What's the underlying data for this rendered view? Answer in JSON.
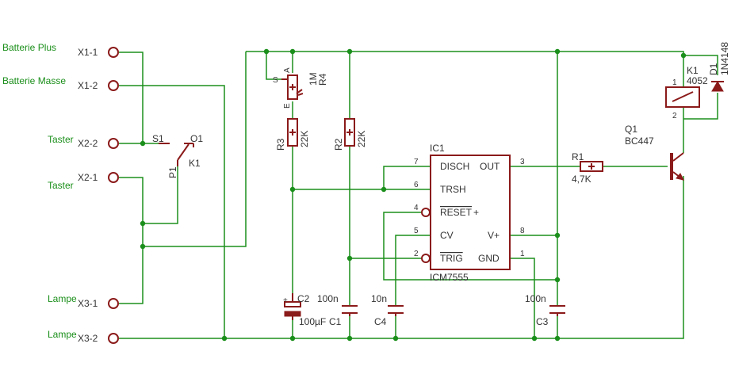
{
  "nets": {
    "batt_plus": "Batterie Plus",
    "batt_minus": "Batterie Masse",
    "taster_a": "Taster",
    "taster_b": "Taster",
    "lampe_a": "Lampe",
    "lampe_b": "Lampe"
  },
  "connectors": {
    "x1_1": "X1-1",
    "x1_2": "X1-2",
    "x2_2": "X2-2",
    "x2_1": "X2-1",
    "x3_1": "X3-1",
    "x3_2": "X3-2"
  },
  "relay": {
    "s1": "S1",
    "o1": "O1",
    "p1": "P1",
    "k1_switch": "K1",
    "k1_coil": "K1",
    "k1_value": "4052",
    "pin1": "1",
    "pin2": "2"
  },
  "diode": {
    "name": "D1",
    "value": "1N4148"
  },
  "transistor": {
    "name": "Q1",
    "value": "BC447"
  },
  "r1": {
    "name": "R1",
    "value": "4,7K"
  },
  "r2": {
    "name": "R2",
    "value": "22K"
  },
  "r3": {
    "name": "R3",
    "value": "22K"
  },
  "r4": {
    "name": "R4",
    "value": "1M",
    "pin_s": "S",
    "pin_a": "A",
    "pin_e": "E"
  },
  "c1": {
    "name": "C1",
    "value": "100n"
  },
  "c2": {
    "name": "C2",
    "value": "100µF",
    "plus": "+"
  },
  "c3": {
    "name": "C3",
    "value": "100n"
  },
  "c4": {
    "name": "C4",
    "value": "10n"
  },
  "ic": {
    "name": "IC1",
    "value": "ICM7555",
    "disch": "DISCH",
    "trsh": "TRSH",
    "reset": "RESET",
    "cv": "CV",
    "trig": "TRIG",
    "out": "OUT",
    "vplus": "V+",
    "gnd": "GND",
    "pin7": "7",
    "pin6": "6",
    "pin4": "4",
    "pin5": "5",
    "pin2": "2",
    "pin3": "3",
    "pin8": "8",
    "pin1": "1",
    "reset_plus": "+"
  }
}
